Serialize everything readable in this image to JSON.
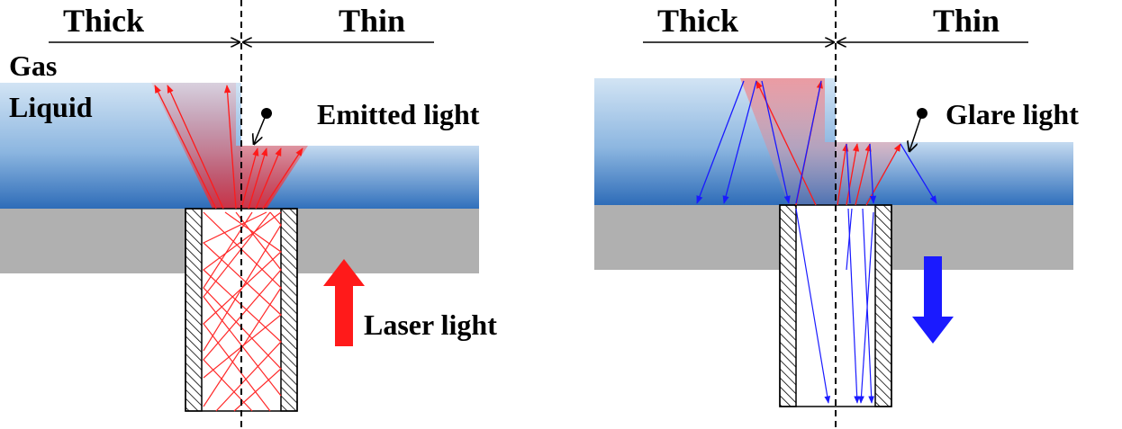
{
  "left_panel": {
    "thick_label": "Thick",
    "thin_label": "Thin",
    "gas_label": "Gas",
    "liquid_label": "Liquid",
    "emitted_label": "Emitted light",
    "laser_label": "Laser light"
  },
  "right_panel": {
    "thick_label": "Thick",
    "thin_label": "Thin",
    "glare_label": "Glare light"
  },
  "colors": {
    "laser_red": "#ff1a1a",
    "glare_blue": "#1a1aff",
    "substrate_gray": "#b0b0b0",
    "liquid_top": "#c8dcf0",
    "liquid_bottom": "#3c78c0"
  }
}
